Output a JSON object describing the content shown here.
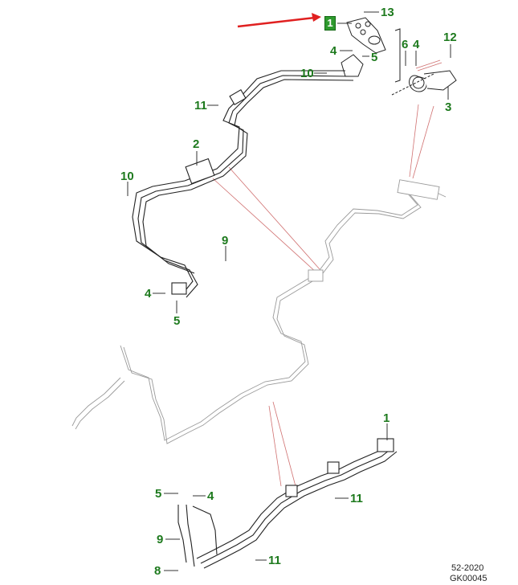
{
  "diagram": {
    "title": "Air conditioning refrigerant lines",
    "highlighted_callout": "1",
    "callouts": [
      {
        "id": "c13a",
        "label": "13"
      },
      {
        "id": "c4a",
        "label": "4"
      },
      {
        "id": "c5a",
        "label": "5"
      },
      {
        "id": "c10a",
        "label": "10"
      },
      {
        "id": "c6",
        "label": "6"
      },
      {
        "id": "c4b",
        "label": "4"
      },
      {
        "id": "c12",
        "label": "12"
      },
      {
        "id": "c3",
        "label": "3"
      },
      {
        "id": "c11a",
        "label": "11"
      },
      {
        "id": "c2",
        "label": "2"
      },
      {
        "id": "c10b",
        "label": "10"
      },
      {
        "id": "c9a",
        "label": "9"
      },
      {
        "id": "c4c",
        "label": "4"
      },
      {
        "id": "c5b",
        "label": "5"
      },
      {
        "id": "c1",
        "label": "1"
      },
      {
        "id": "c11b",
        "label": "11"
      },
      {
        "id": "c5c",
        "label": "5"
      },
      {
        "id": "c4d",
        "label": "4"
      },
      {
        "id": "c9b",
        "label": "9"
      },
      {
        "id": "c11c",
        "label": "11"
      },
      {
        "id": "c8",
        "label": "8"
      }
    ],
    "reference": {
      "section": "52-2020",
      "figure_code": "GK00045"
    },
    "colors": {
      "callout_text": "#1e7a1e",
      "highlight_fill": "#2e9a2e",
      "pointer_arrow": "#e02020",
      "leader_line": "#d07070",
      "part_line": "#222222",
      "ghost_line": "#9a9a9a"
    }
  }
}
